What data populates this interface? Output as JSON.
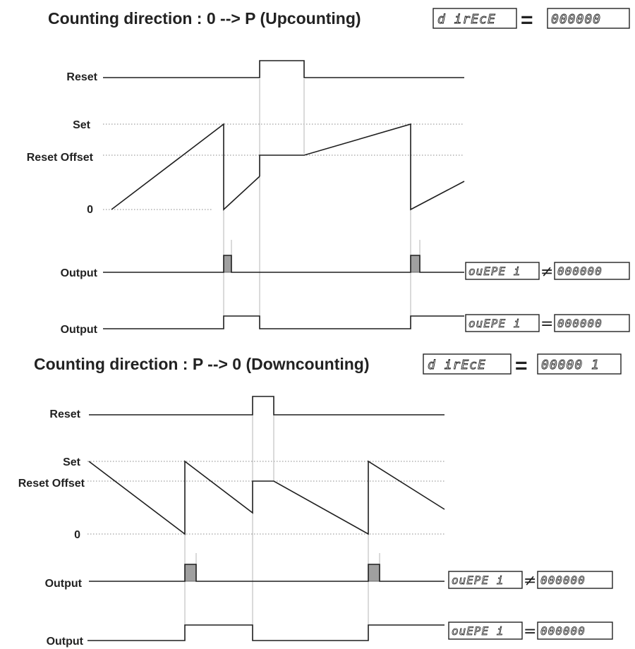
{
  "up": {
    "title": "Counting direction : 0 --> P (Upcounting)",
    "direct_param": "d irEcE",
    "direct_eq": "=",
    "direct_value": "000000",
    "labels": {
      "reset": "Reset",
      "set": "Set",
      "reset_offset": "Reset Offset",
      "zero": "0",
      "output1": "Output",
      "output2": "Output"
    },
    "out1": {
      "param": "ouEPE i",
      "op": "≠",
      "value": "000000"
    },
    "out2": {
      "param": "ouEPE i",
      "op": "=",
      "value": "000000"
    }
  },
  "down": {
    "title": "Counting direction : P --> 0 (Downcounting)",
    "direct_param": "d irEcE",
    "direct_eq": "=",
    "direct_value": "00000 1",
    "labels": {
      "reset": "Reset",
      "set": "Set",
      "reset_offset": "Reset Offset",
      "zero": "0",
      "output1": "Output",
      "output2": "Output"
    },
    "out1": {
      "param": "ouEPE i",
      "op": "≠",
      "value": "000000"
    },
    "out2": {
      "param": "ouEPE i",
      "op": "=",
      "value": "000000"
    }
  }
}
